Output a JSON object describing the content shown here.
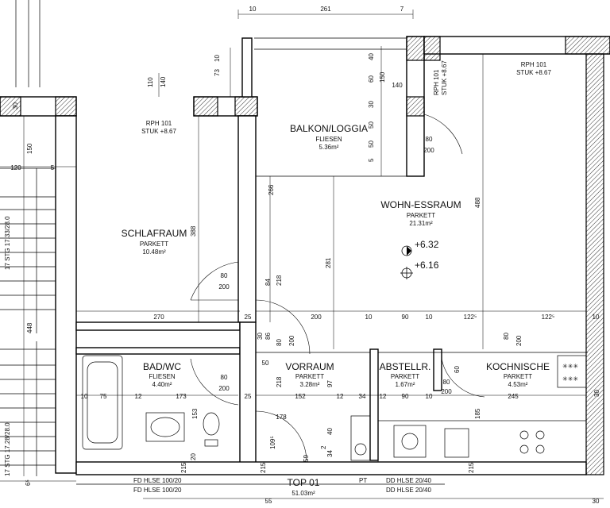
{
  "rooms": {
    "schlafraum": {
      "name": "SCHLAFRAUM",
      "floor": "PARKETT",
      "area": "10.48m²"
    },
    "balkon": {
      "name": "BALKON/LOGGIA",
      "floor": "FLIESEN",
      "area": "5.36m²"
    },
    "wohn": {
      "name": "WOHN-ESSRAUM",
      "floor": "PARKETT",
      "area": "21.31m²"
    },
    "bad": {
      "name": "BAD/WC",
      "floor": "FLIESEN",
      "area": "4.40m²"
    },
    "vorraum": {
      "name": "VORRAUM",
      "floor": "PARKETT",
      "area": "3.28m²"
    },
    "abstell": {
      "name": "ABSTELLR.",
      "floor": "PARKETT",
      "area": "1.67m²"
    },
    "kochnische": {
      "name": "KOCHNISCHE",
      "floor": "PARKETT",
      "area": "4.53m²"
    }
  },
  "top": {
    "label": "TOP 01",
    "area": "51.03m²"
  },
  "levels": {
    "l1": "+6.32",
    "l2": "+6.16"
  },
  "rph": {
    "left": {
      "l1": "RPH 101",
      "l2": "STUK +8.67"
    },
    "right": {
      "l1": "RPH 101",
      "l2": "STUK +8.67"
    },
    "mid": {
      "l1": "RPH 101",
      "l2": "STUK +8.67"
    }
  },
  "stairs": {
    "upper": "17 STG 17.33/28.0",
    "lower": "17 STG 17.28/28.0"
  },
  "fd": {
    "left1": "FD HLSE 100/20",
    "left2": "FD HLSE 100/20",
    "right1": "DD HLSE 20/40",
    "right2": "DD HLSE 20/40",
    "pt": "PT"
  },
  "dims": {
    "d10a": "10",
    "d261": "261",
    "d7": "7",
    "d10b": "10",
    "d73": "73",
    "d110": "110",
    "d140": "140",
    "d150a": "150",
    "d140b": "140",
    "d40": "40",
    "d60": "60",
    "d30a": "30",
    "d50a": "50",
    "d50b": "50",
    "d5a": "5",
    "d80a": "80",
    "d200a": "200",
    "d266": "266",
    "d281": "281",
    "d488": "488",
    "d388": "388",
    "d150b": "150",
    "d120": "120",
    "d5b": "5",
    "d30b": "30",
    "d80b": "80",
    "d200b": "200",
    "d84": "84",
    "d218a": "218",
    "d270": "270",
    "d25a": "25",
    "d200c": "200",
    "d10c": "10",
    "d90a": "90",
    "d10d": "10",
    "d122a": "122⁵",
    "d122b": "122⁵",
    "d10e": "10",
    "d448": "448",
    "d86": "86",
    "d80c": "80",
    "d80d": "80",
    "d200d": "200",
    "d200e": "200",
    "d30c": "30",
    "d30d": "30",
    "d50c": "50",
    "d80e": "80",
    "d200f": "200",
    "d218b": "218",
    "d97": "97",
    "d60b": "60",
    "d80f": "80",
    "d200g": "200",
    "d25b": "25",
    "d10f": "10",
    "d75": "75",
    "d12a": "12",
    "d173": "173",
    "d152": "152",
    "d12b": "12",
    "d34": "34",
    "d12c": "12",
    "d90b": "90",
    "d10g": "10",
    "d245": "245",
    "d153": "153",
    "d185": "185",
    "d178": "178",
    "d109": "109⁵",
    "d40b": "40",
    "d2": "2",
    "d34b": "34",
    "d59": "59",
    "d215a": "215",
    "d215b": "215",
    "d215c": "215",
    "d20": "20",
    "d55": "55",
    "d30e": "30",
    "d6": "6⁵"
  }
}
